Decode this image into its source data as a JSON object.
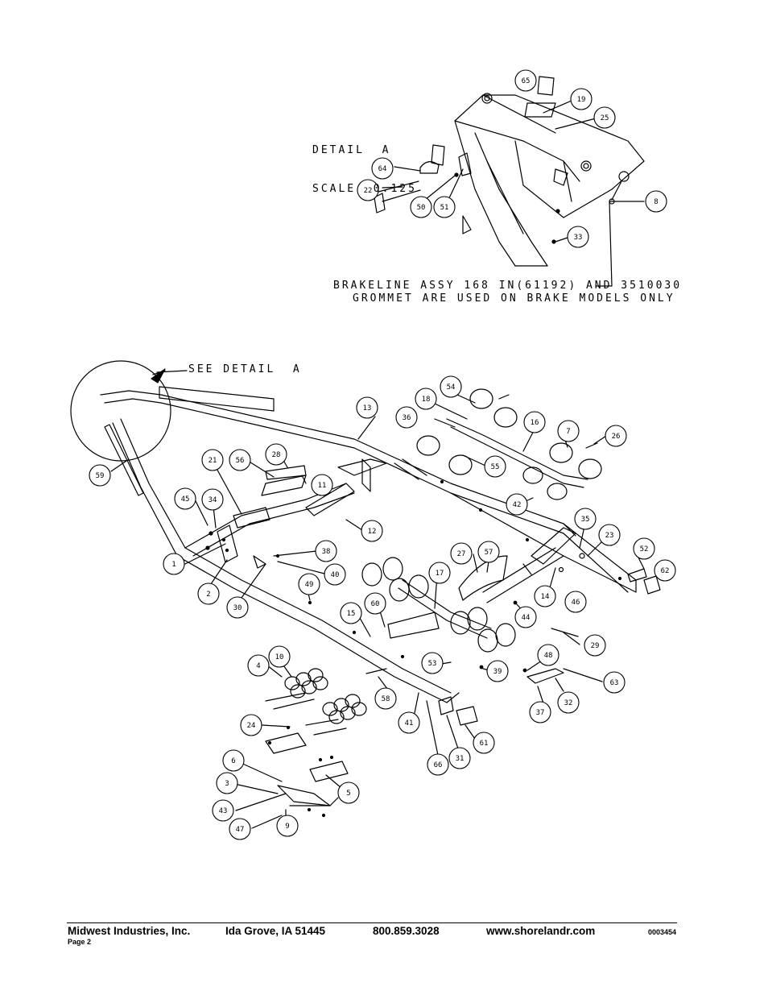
{
  "detail": {
    "title_line1": "DETAIL  A",
    "title_line2": "SCALE  0.125",
    "callout": "SEE DETAIL  A"
  },
  "notes": {
    "brake_line1": "BRAKELINE ASSY 168 IN(61192) AND 3510030",
    "brake_line2": "GROMMET ARE USED ON BRAKE MODELS ONLY"
  },
  "callouts": [
    "1",
    "2",
    "3",
    "4",
    "5",
    "6",
    "7",
    "8",
    "9",
    "10",
    "11",
    "12",
    "13",
    "14",
    "15",
    "16",
    "17",
    "18",
    "19",
    "21",
    "22",
    "23",
    "24",
    "25",
    "26",
    "27",
    "28",
    "29",
    "30",
    "31",
    "32",
    "33",
    "34",
    "35",
    "36",
    "37",
    "39",
    "40",
    "41",
    "42",
    "43",
    "44",
    "45",
    "46",
    "47",
    "48",
    "49",
    "50",
    "51",
    "52",
    "53",
    "54",
    "55",
    "56",
    "57",
    "58",
    "59",
    "60",
    "61",
    "62",
    "63",
    "64",
    "65",
    "66",
    "38"
  ],
  "footer": {
    "company": "Midwest Industries, Inc.",
    "location": "Ida Grove, IA  51445",
    "phone": "800.859.3028",
    "website": "www.shorelandr.com",
    "doc_number": "0003454",
    "page": "Page 2"
  }
}
